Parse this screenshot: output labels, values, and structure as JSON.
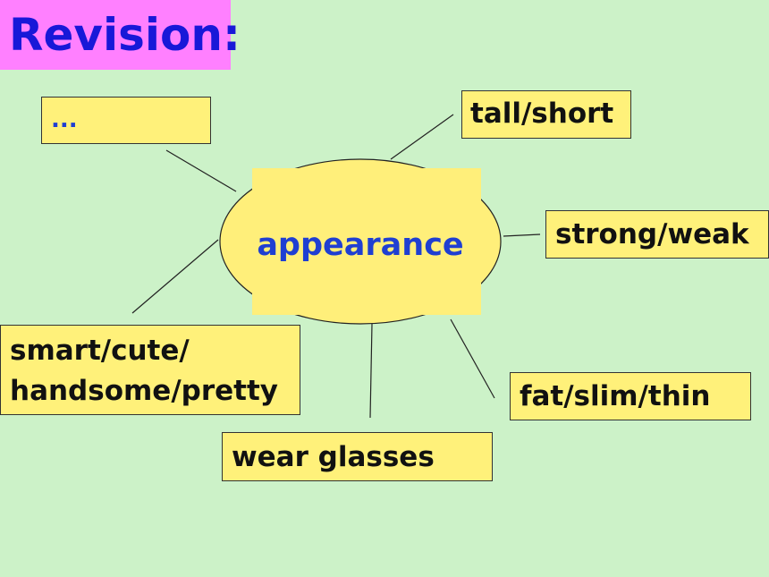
{
  "title": "Revision:",
  "center": "appearance",
  "nodes": {
    "dots": "...",
    "tall_short": "tall/short",
    "strong_weak": "strong/weak",
    "smart_line1": "smart/cute/",
    "smart_line2": "handsome/pretty",
    "fat_slim_thin": "fat/slim/thin",
    "wear_glasses": "wear glasses"
  },
  "colors": {
    "background": "#ccf2c8",
    "title_bg": "#ff80ff",
    "title_text": "#1818d8",
    "node_fill": "#fff17a",
    "center_text": "#1f3fd2"
  }
}
